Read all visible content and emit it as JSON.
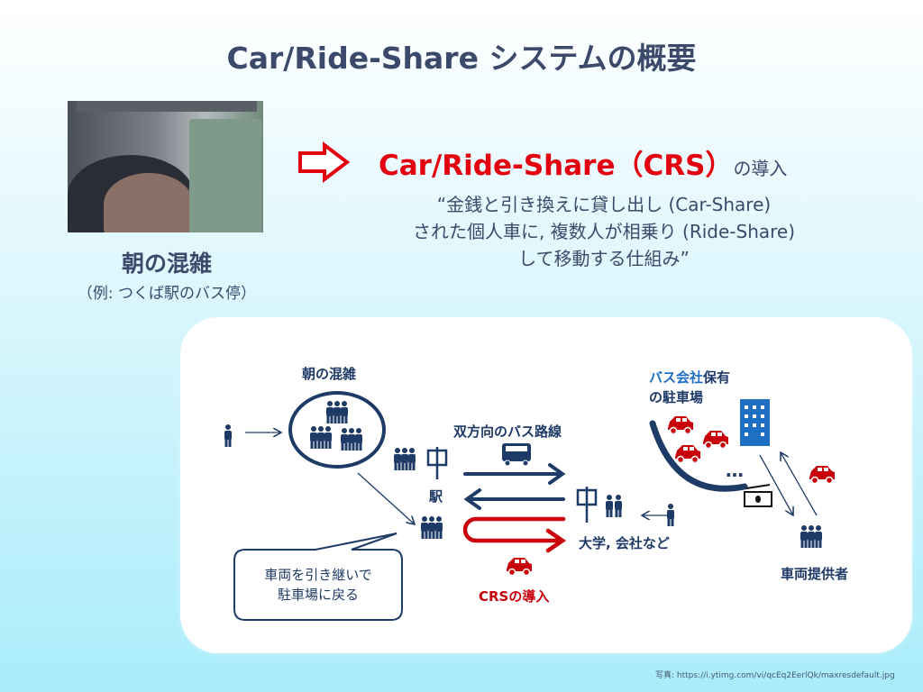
{
  "slide": {
    "title": "Car/Ride-Share システムの概要",
    "photo": {
      "caption": "朝の混雑",
      "subcaption": "（例: つくば駅のバス停）"
    },
    "headline": {
      "main": "Car/Ride-Share（CRS）",
      "suffix": "の導入"
    },
    "definition": [
      "“金銭と引き換えに貸し出し (Car-Share)",
      "された個人車に, 複数人が相乗り (Ride-Share)",
      "して移動する仕組み”"
    ],
    "diagram": {
      "crowd_label": "朝の混雑",
      "bus_route_label": "双方向のバス路線",
      "station_label": "駅",
      "destination_label": "大学, 会社など",
      "crs_label": "CRSの導入",
      "callout": [
        "車両を引き継いで",
        "駐車場に戻る"
      ],
      "parking_label_blue": "バス会社",
      "parking_label_rest": "保有",
      "parking_label_line2": "の駐車場",
      "ellipsis": "…",
      "provider_label": "車両提供者"
    },
    "credit": "写真: https://i.ytimg.com/vi/qcEq2EerlQk/maxresdefault.jpg",
    "colors": {
      "navy": "#1e3a66",
      "red": "#c8000a",
      "blue": "#1f6fc5",
      "title": "#3b4a6b"
    }
  }
}
